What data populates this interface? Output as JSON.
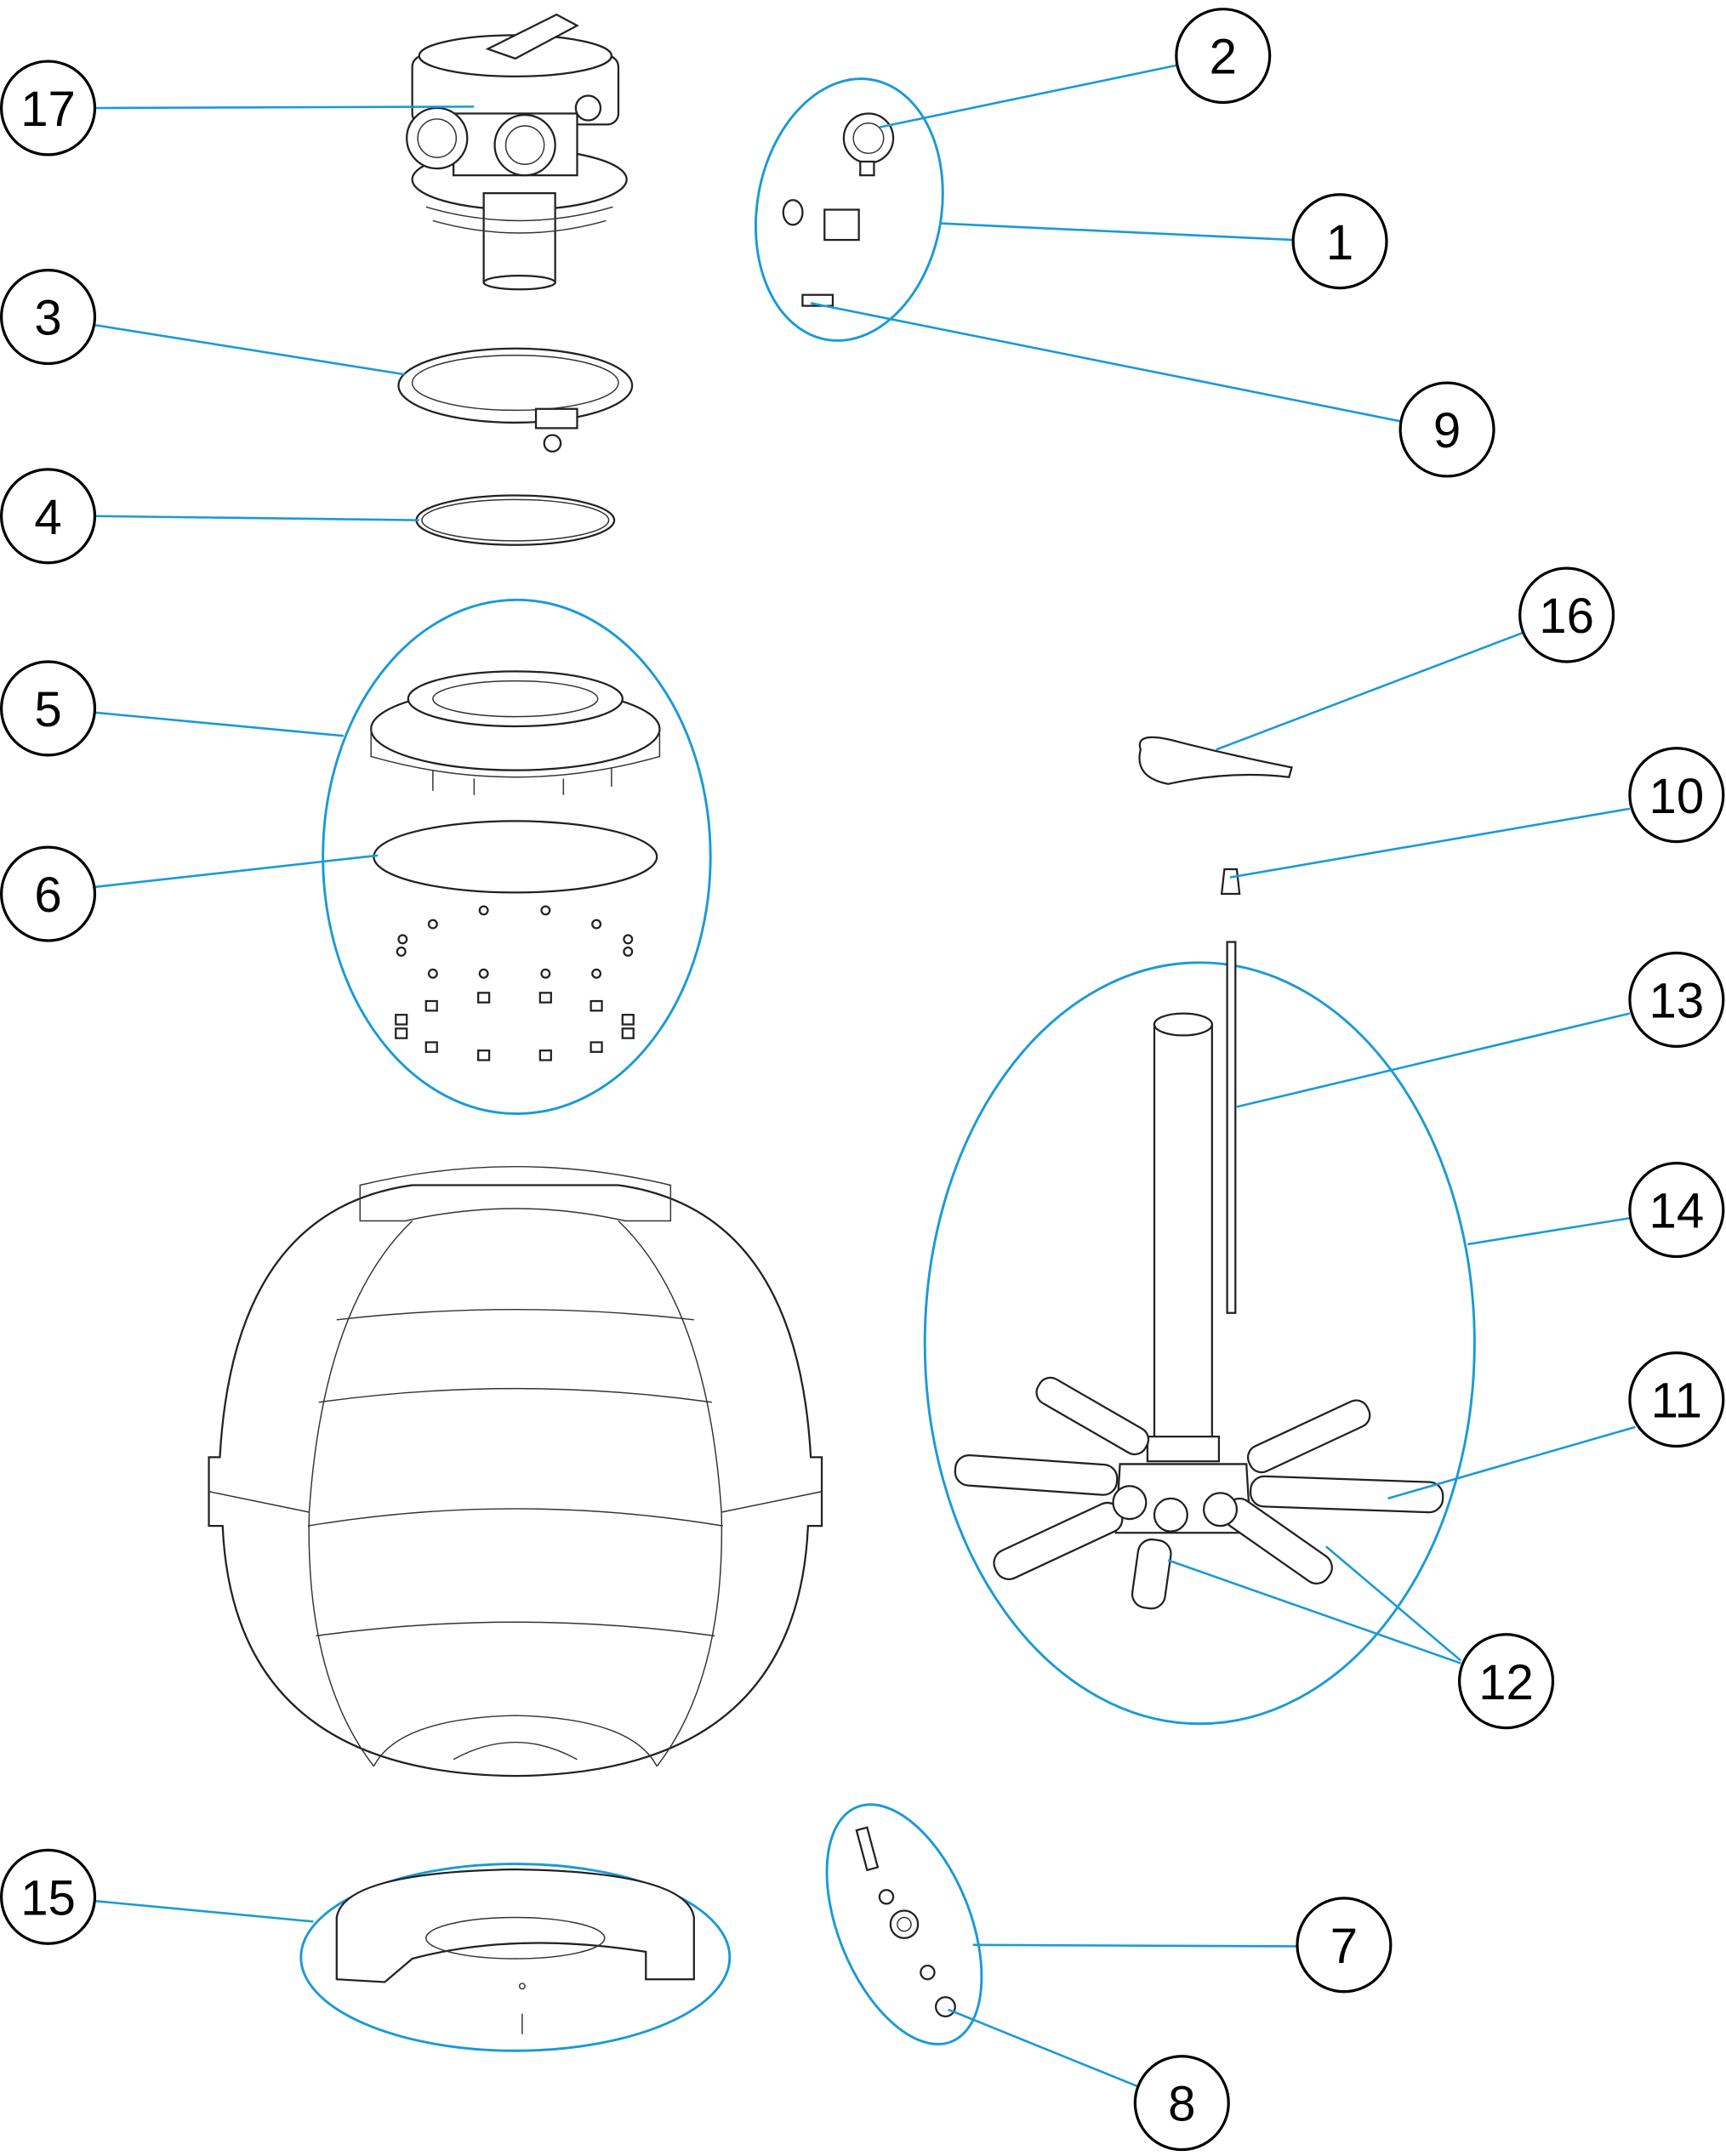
{
  "callouts": {
    "c1": "1",
    "c2": "2",
    "c3": "3",
    "c4": "4",
    "c5": "5",
    "c6": "6",
    "c7": "7",
    "c8": "8",
    "c9": "9",
    "c10": "10",
    "c11": "11",
    "c12": "12",
    "c13": "13",
    "c14": "14",
    "c15": "15",
    "c16": "16",
    "c17": "17"
  },
  "colors": {
    "leader": "#1a9ad6",
    "outline": "#222222"
  }
}
